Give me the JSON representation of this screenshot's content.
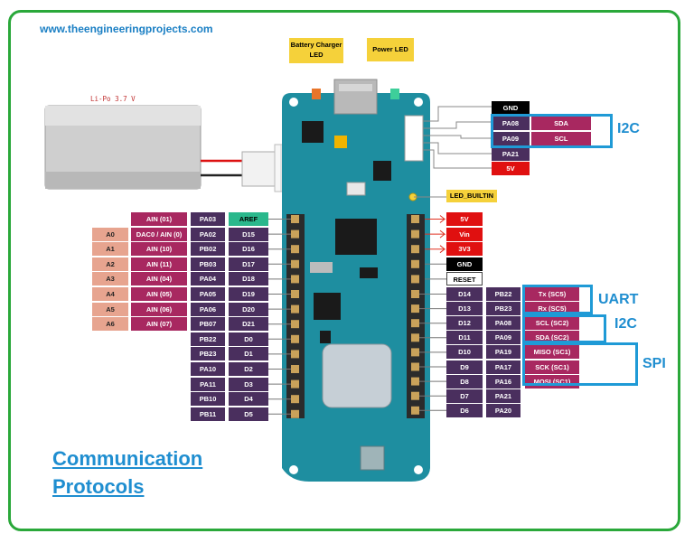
{
  "website": "www.theengineeringprojects.com",
  "battery_label": "Li-Po 3.7 V",
  "callouts": {
    "battery_charger_led": "Battery Charger LED",
    "power_led": "Power LED",
    "led_builtin": "LED_BUILTIN"
  },
  "title_line1": "Communication",
  "title_line2": "Protocols",
  "protocol_labels": {
    "i2c_top": "I2C",
    "uart": "UART",
    "i2c": "I2C",
    "spi": "SPI"
  },
  "colors": {
    "frame": "#2aa83a",
    "board": "#1e8ea0",
    "purple": "#4a2f5e",
    "magenta": "#a82860",
    "salmon": "#e7a48f",
    "red": "#e01010",
    "black": "#000000",
    "teal": "#2ab88c",
    "protocol_blue": "#1f9ad6",
    "callout_yellow": "#f5d13a"
  },
  "top_header": {
    "gnd": "GND",
    "rows": [
      {
        "port": "PA08",
        "func": "SDA"
      },
      {
        "port": "PA09",
        "func": "SCL"
      }
    ],
    "pa21": "PA21",
    "v5": "5V"
  },
  "left_pins": [
    {
      "analog": "",
      "ain": "AIN (01)",
      "port": "PA03",
      "pin": "AREF"
    },
    {
      "analog": "A0",
      "ain": "DAC0 / AIN (0)",
      "port": "PA02",
      "pin": "D15"
    },
    {
      "analog": "A1",
      "ain": "AIN (10)",
      "port": "PB02",
      "pin": "D16"
    },
    {
      "analog": "A2",
      "ain": "AIN (11)",
      "port": "PB03",
      "pin": "D17"
    },
    {
      "analog": "A3",
      "ain": "AIN (04)",
      "port": "PA04",
      "pin": "D18"
    },
    {
      "analog": "A4",
      "ain": "AIN (05)",
      "port": "PA05",
      "pin": "D19"
    },
    {
      "analog": "A5",
      "ain": "AIN (06)",
      "port": "PA06",
      "pin": "D20"
    },
    {
      "analog": "A6",
      "ain": "AIN (07)",
      "port": "PB07",
      "pin": "D21"
    },
    {
      "analog": "",
      "ain": "",
      "port": "PB22",
      "pin": "D0"
    },
    {
      "analog": "",
      "ain": "",
      "port": "PB23",
      "pin": "D1"
    },
    {
      "analog": "",
      "ain": "",
      "port": "PA10",
      "pin": "D2"
    },
    {
      "analog": "",
      "ain": "",
      "port": "PA11",
      "pin": "D3"
    },
    {
      "analog": "",
      "ain": "",
      "port": "PB10",
      "pin": "D4"
    },
    {
      "analog": "",
      "ain": "",
      "port": "PB11",
      "pin": "D5"
    }
  ],
  "right_power": [
    "5V",
    "Vin",
    "3V3",
    "GND",
    "RESET"
  ],
  "right_pins": [
    {
      "pin": "D14",
      "port": "PB22",
      "func": "Tx (SC5)"
    },
    {
      "pin": "D13",
      "port": "PB23",
      "func": "Rx (SC5)"
    },
    {
      "pin": "D12",
      "port": "PA08",
      "func": "SCL (SC2)"
    },
    {
      "pin": "D11",
      "port": "PA09",
      "func": "SDA (SC2)"
    },
    {
      "pin": "D10",
      "port": "PA19",
      "func": "MISO (SC1)"
    },
    {
      "pin": "D9",
      "port": "PA17",
      "func": "SCK (SC1)"
    },
    {
      "pin": "D8",
      "port": "PA16",
      "func": "MOSI (SC1)"
    },
    {
      "pin": "D7",
      "port": "PA21",
      "func": ""
    },
    {
      "pin": "D6",
      "port": "PA20",
      "func": ""
    }
  ]
}
